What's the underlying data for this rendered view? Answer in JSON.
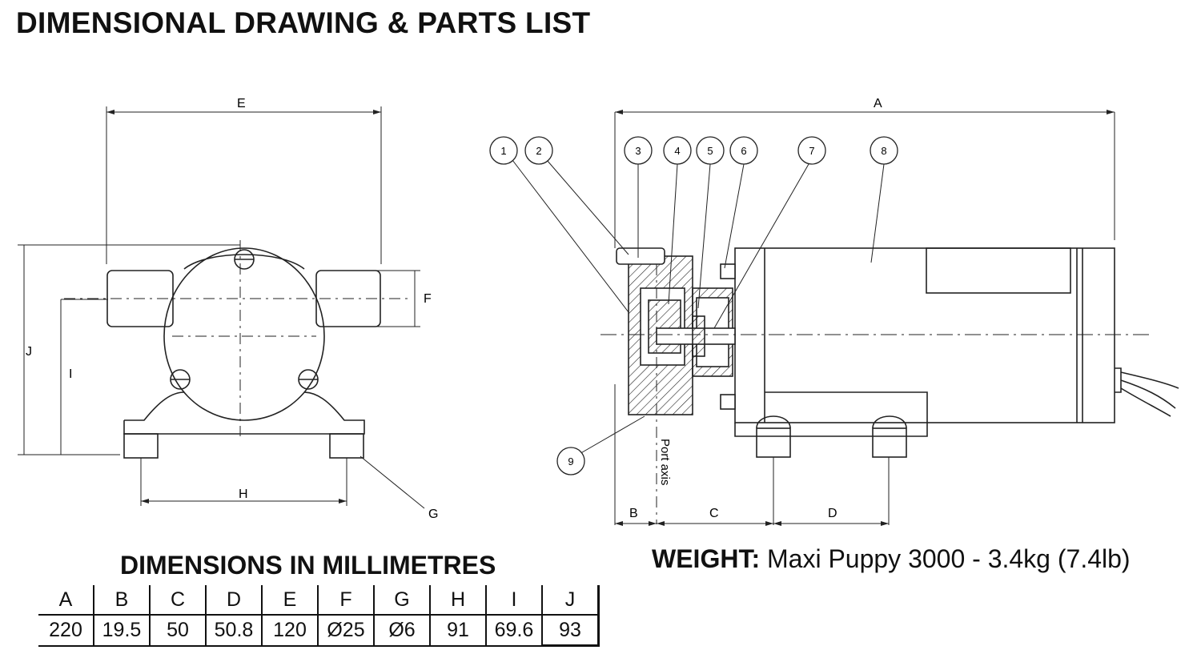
{
  "title": "DIMENSIONAL DRAWING & PARTS LIST",
  "dimension_letters": {
    "A": "A",
    "B": "B",
    "C": "C",
    "D": "D",
    "E": "E",
    "F": "F",
    "G": "G",
    "H": "H",
    "I": "I",
    "J": "J"
  },
  "port_axis_label": "Port axis",
  "part_numbers": [
    "1",
    "2",
    "3",
    "4",
    "5",
    "6",
    "7",
    "8",
    "9"
  ],
  "dimensions_table": {
    "title": "DIMENSIONS IN MILLIMETRES",
    "headers": [
      "A",
      "B",
      "C",
      "D",
      "E",
      "F",
      "G",
      "H",
      "I",
      "J"
    ],
    "values": [
      "220",
      "19.5",
      "50",
      "50.8",
      "120",
      "Ø25",
      "Ø6",
      "91",
      "69.6",
      "93"
    ]
  },
  "weight": {
    "label": "WEIGHT:",
    "value": "Maxi Puppy 3000 - 3.4kg (7.4lb)"
  }
}
